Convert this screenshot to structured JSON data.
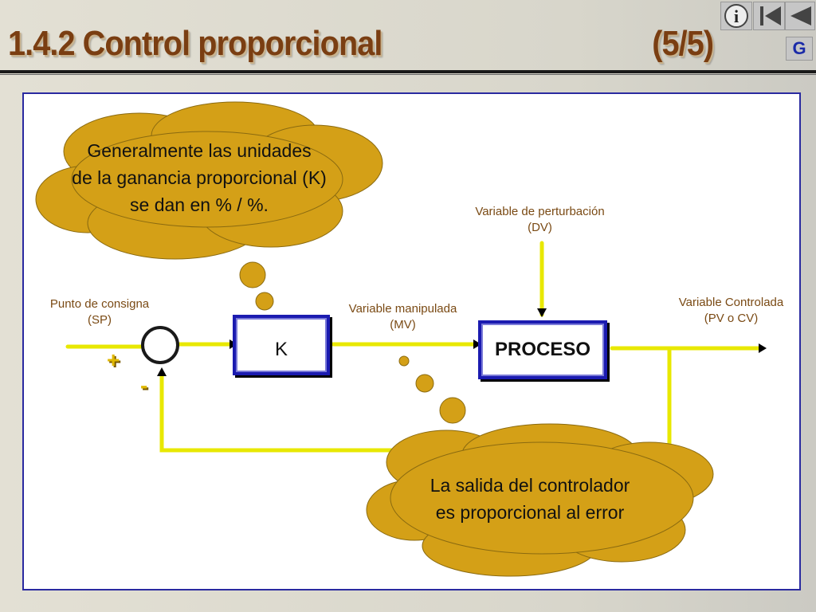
{
  "header": {
    "title": "1.4.2 Control proporcional",
    "page_indicator": "(5/5)"
  },
  "nav": {
    "info_icon": "info-icon",
    "first_icon": "skip-first-icon",
    "back_icon": "back-icon",
    "glossary_label": "G"
  },
  "diagram": {
    "cloud_top": [
      "Generalmente las unidades",
      "de la ganancia proporcional (K)",
      "se dan en % / %."
    ],
    "cloud_bottom": [
      "La salida del controlador",
      "es proporcional al error"
    ],
    "labels": {
      "setpoint": [
        "Punto de consigna",
        "(SP)"
      ],
      "manipulated": [
        "Variable manipulada",
        "(MV)"
      ],
      "disturbance": [
        "Variable de perturbación",
        "(DV)"
      ],
      "controlled": [
        "Variable Controlada",
        "(PV o CV)"
      ]
    },
    "blocks": {
      "controller": "K",
      "process": "PROCESO"
    },
    "signs": {
      "plus": "+",
      "minus": "-"
    }
  },
  "colors": {
    "title": "#7a3e12",
    "cloud": "#d4a017",
    "signal_line": "#e8e800",
    "block_border": "#1b1bb0",
    "label_text": "#7a4a14",
    "frame_border": "#2a2aa0"
  }
}
